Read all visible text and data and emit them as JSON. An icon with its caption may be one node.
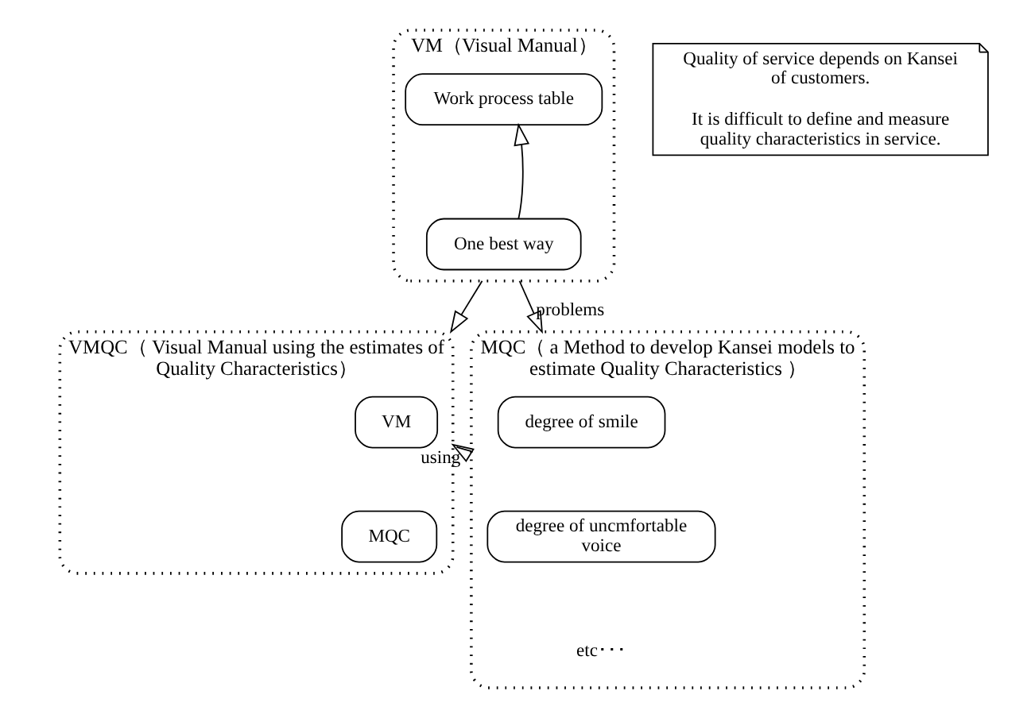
{
  "diagram": {
    "nodes": [
      {
        "text": [
          "VM（Visual Manual）"
        ]
      },
      {
        "text": [
          "Work process table"
        ],
        "in": 0
      },
      {
        "text": [
          "One best way"
        ],
        "in": 0
      },
      {
        "text": [
          "VMQC（ Visual Manual using the estimates of Quality Characteristics）"
        ]
      },
      {
        "text": [
          "VM"
        ],
        "in": 3
      },
      {
        "text": [
          "MQC"
        ],
        "in": 3
      },
      {
        "text": [
          "MQC（ a Method to develop Kansei models to estimate Quality Characteristics ）"
        ]
      },
      {
        "text": [
          "degree of smile"
        ],
        "in": 6
      },
      {
        "text": [
          "degree of uncmfortable voice"
        ],
        "in": 6
      },
      {
        "text": [
          "etc･･･"
        ],
        "in": 6
      },
      {
        "text": [
          "Quality of service depends on Kansei of customers.",
          "It is difficult to define and measure quality characteristics in service."
        ]
      }
    ],
    "edges": [
      {
        "from": 2,
        "to": 1,
        "arrow": "to"
      },
      {
        "from": 0,
        "to": 3,
        "arrow": "to"
      },
      {
        "from": 0,
        "to": 6,
        "label": "problems",
        "arrow": "to"
      },
      {
        "from": 6,
        "to": 3,
        "label": "using",
        "arrow": "to"
      }
    ]
  }
}
